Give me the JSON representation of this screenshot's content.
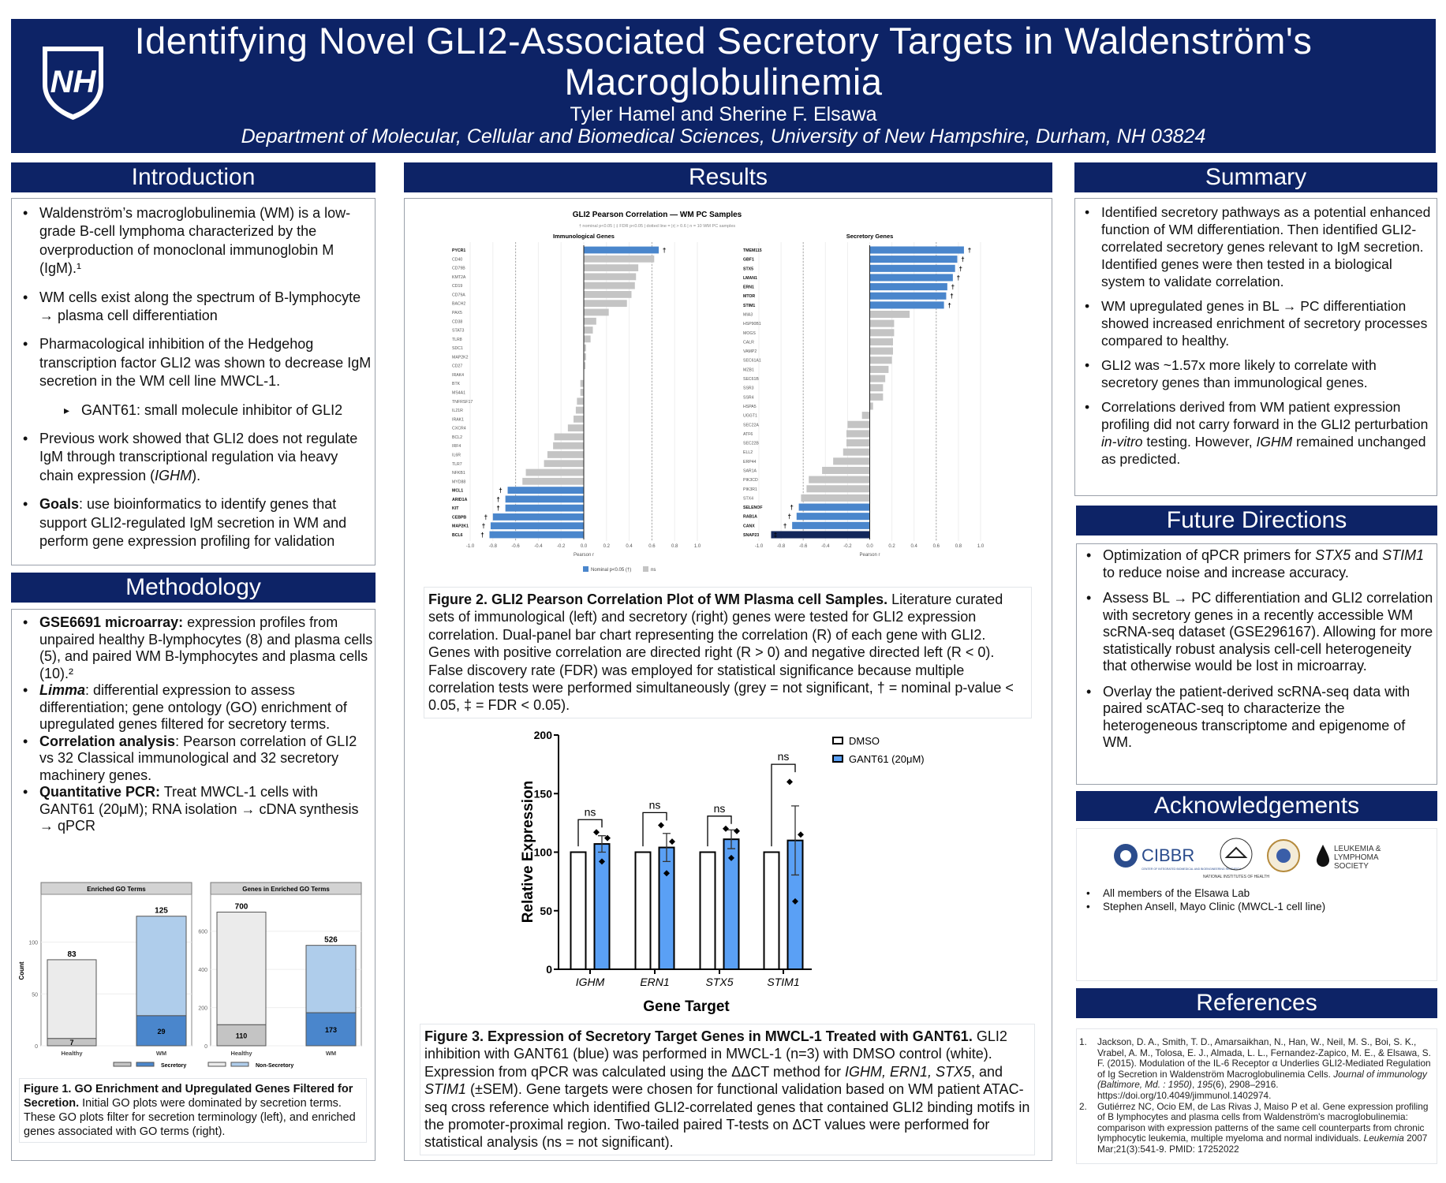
{
  "header": {
    "title": "Identifying Novel GLI2-Associated Secretory Targets in Waldenström's Macroglobulinemia",
    "authors": "Tyler Hamel and Sherine F. Elsawa",
    "department": "Department of Molecular, Cellular and Biomedical Sciences, University of New Hampshire, Durham, NH 03824",
    "logo_text": "NH"
  },
  "colors": {
    "navy": "#0d2366",
    "blue": "#4a86cc",
    "grey": "#c4c4c4",
    "fdr": "#13275a",
    "light_blue": "#afcdeb",
    "bright_blue": "#5aa0f5"
  },
  "introduction": {
    "heading": "Introduction",
    "items": [
      "Waldenström’s macroglobulinemia (WM) is a low-grade B-cell lymphoma characterized by the overproduction of monoclonal immunoglobin M (IgM).¹",
      "WM cells exist along the spectrum of B-lymphocyte → plasma cell differentiation",
      "Pharmacological inhibition of the Hedgehog transcription factor GLI2 was shown to decrease IgM secretion in the WM cell line MWCL-1."
    ],
    "sub_item": "GANT61: small molecule inhibitor of GLI2",
    "previous_a": "Previous work showed that GLI2 does not regulate IgM through transcriptional regulation via heavy chain expression (",
    "previous_gene": "IGHM",
    "previous_b": ").",
    "goals_label": "Goals",
    "goals_text": ": use bioinformatics to identify genes that support GLI2-regulated IgM secretion in WM and perform gene expression profiling for validation"
  },
  "methodology": {
    "heading": "Methodology",
    "items": [
      {
        "bold": "GSE6691 microarray:",
        "text": " expression profiles from unpaired healthy B-lymphocytes (8) and plasma cells (5), and paired WM B-lymphocytes and plasma cells (10).²"
      },
      {
        "bold": "Limma",
        "text": ": differential expression to assess differentiation; gene ontology (GO) enrichment of upregulated genes filtered for secretory terms."
      },
      {
        "bold": "Correlation analysis",
        "text": ": Pearson correlation of GLI2 vs 32 Classical immunological and 32 secretory machinery genes."
      },
      {
        "bold": "Quantitative PCR:",
        "text": " Treat MWCL-1 cells with GANT61 (20μM); RNA isolation → cDNA synthesis → qPCR"
      }
    ],
    "figure1_caption_bold": "Figure 1. GO Enrichment and Upregulated Genes Filtered for Secretion.",
    "figure1_caption": " Initial GO plots were dominated by secretion terms. These GO plots filter for secretion terminology (left), and enriched genes associated with GO terms (right)."
  },
  "results": {
    "heading": "Results",
    "figure2_caption_bold": "Figure 2. GLI2 Pearson Correlation Plot of WM Plasma cell Samples.",
    "figure2_caption": " Literature curated sets of immunological (left) and secretory (right) genes were tested for GLI2 expression correlation. Dual-panel bar chart representing the correlation (R) of each gene with GLI2. Genes with positive correlation are directed right (R > 0) and negative directed left (R < 0). False discovery rate (FDR) was employed for statistical significance because multiple correlation tests were performed simultaneously (grey = not significant, † = nominal p-value < 0.05, ‡ = FDR < 0.05).",
    "figure3_caption_bold": "Figure 3. Expression of Secretory Target Genes in MWCL-1 Treated with GANT61.",
    "figure3_caption_parts": [
      " GLI2 inhibition with GANT61 (blue) was performed in MWCL-1 (n=3) with DMSO control (white). Expression from qPCR was calculated using the ΔΔCT method for ",
      "IGHM, ERN1, STX5",
      ", and ",
      "STIM1",
      " (±SEM). Gene targets were chosen for functional validation based on WM patient ATAC-seq cross reference which identified GLI2-correlated genes that contained GLI2 binding motifs in the promoter-proximal region. Two-tailed paired T-tests on ΔCT values were performed for statistical analysis (ns = not significant)."
    ]
  },
  "summary": {
    "heading": "Summary",
    "items": [
      [
        "Identified secretory pathways as a potential enhanced function of WM differentiation. Then identified GLI2-correlated secretory genes relevant to IgM secretion. Identified genes were then tested in a biological system to validate correlation."
      ],
      [
        "WM upregulated genes in BL → PC differentiation showed increased enrichment of secretory processes compared to healthy."
      ],
      [
        "GLI2 was ~1.57x more likely to correlate with secretory genes than immunological genes."
      ]
    ],
    "last_parts": [
      "Correlations derived from WM patient expression profiling did not carry forward in the GLI2 perturbation ",
      "in-vitro",
      " testing. However, ",
      "IGHM",
      " remained unchanged as predicted."
    ]
  },
  "future": {
    "heading": "Future Directions",
    "item1_parts": [
      "Optimization of qPCR primers for ",
      "STX5",
      " and ",
      "STIM1",
      " to reduce noise and increase accuracy."
    ],
    "item2": "Assess BL → PC differentiation and GLI2 correlation with secretory genes in a recently accessible WM scRNA-seq dataset (GSE296167). Allowing for more statistically robust analysis cell-cell heterogeneity that otherwise would be lost in microarray.",
    "item3": "Overlay the patient-derived scRNA-seq data with paired scATAC-seq to characterize the heterogeneous transcriptome and epigenome of WM."
  },
  "acknowledgements": {
    "heading": "Acknowledgements",
    "logos": {
      "cibbr": "CIBBR",
      "cibbr_sub": "CENTER OF INTEGRATED BIOMEDICAL AND BIOENGINEERING RESEARCH",
      "nih": "NATIONAL INSTITUTES OF HEALTH",
      "lls1": "LEUKEMIA &",
      "lls2": "LYMPHOMA",
      "lls3": "SOCIETY"
    },
    "items": [
      "All members of the Elsawa Lab",
      "Stephen Ansell, Mayo Clinic (MWCL-1 cell line)"
    ]
  },
  "references": {
    "heading": "References",
    "items": [
      {
        "num": "1.",
        "a": " Jackson, D. A., Smith, T. D., Amarsaikhan, N., Han, W., Neil, M. S., Boi, S. K., Vrabel, A. M., Tolosa, E. J., Almada, L. L., Fernandez-Zapico, M. E., & Elsawa, S. F. (2015). Modulation of the IL-6 Receptor α Underlies GLI2-Mediated Regulation of Ig Secretion in Waldenström Macroglobulinemia Cells. ",
        "i": "Journal of immunology (Baltimore, Md. : 1950)",
        "b": ", ",
        "i2": "195",
        "c": "(6), 2908–2916. https://doi.org/10.4049/jimmunol.1402974."
      },
      {
        "num": "2.",
        "a": "Gutiérrez NC, Ocio EM, de Las Rivas J, Maiso P et al. Gene expression profiling of B lymphocytes and plasma cells from Waldenström's macroglobulinemia: comparison with expression patterns of the same cell counterparts from chronic lymphocytic leukemia, multiple myeloma and normal individuals. ",
        "i": "Leukemia",
        "b": " 2007 Mar;21(3):541-9. PMID: 17252022",
        "i2": "",
        "c": ""
      }
    ]
  },
  "chart_data": [
    {
      "type": "bar",
      "id": "fig1",
      "stacked": true,
      "panels": [
        {
          "title": "Enriched GO Terms",
          "categories": [
            "Healthy",
            "WM"
          ],
          "totals": [
            83,
            125
          ],
          "secretory": [
            7,
            29
          ],
          "ylim": [
            0,
            140
          ],
          "ticks": [
            0,
            50,
            100
          ]
        },
        {
          "title": "Genes in Enriched GO Terms",
          "categories": [
            "Healthy",
            "WM"
          ],
          "totals": [
            700,
            526
          ],
          "secretory": [
            110,
            173
          ],
          "ylim": [
            0,
            760
          ],
          "ticks": [
            0,
            200,
            400,
            600
          ]
        }
      ],
      "ylabel": "Count",
      "legend": [
        "Secretory",
        "Non-Secretory"
      ]
    },
    {
      "type": "bar",
      "id": "fig2",
      "orientation": "horizontal",
      "title": "GLI2 Pearson Correlation — WM PC Samples",
      "subtitle": "† nominal p<0.05 | ‡ FDR p<0.05 | dotted line = |r| > 0.6 | n = 10 WM PC samples",
      "xlabel": "Pearson r",
      "xlim": [
        -1.0,
        1.0
      ],
      "ticks": [
        -1.0,
        -0.8,
        -0.6,
        -0.4,
        -0.2,
        0.0,
        0.2,
        0.4,
        0.6,
        0.8,
        1.0
      ],
      "threshold": 0.6,
      "legend": [
        "Nominal p<0.05 (†)",
        "ns"
      ],
      "panels": [
        {
          "title": "Immunological Genes",
          "genes": [
            "PYCR1",
            "CD40",
            "CD79B",
            "KMT2A",
            "CD19",
            "CD79A",
            "BACH2",
            "PAX5",
            "CD38",
            "STAT3",
            "TLR8",
            "SDC1",
            "MAP2K2",
            "CD27",
            "IRAK4",
            "BTK",
            "MS4A1",
            "TNFRSF17",
            "IL21R",
            "IRAK1",
            "CXCR4",
            "BCL2",
            "IRF4",
            "IL6R",
            "TLR7",
            "NFKB1",
            "MYD88",
            "MCL1",
            "ARID1A",
            "KIT",
            "CEBPB",
            "MAP2K1",
            "BCL6"
          ],
          "r": [
            0.66,
            0.62,
            0.48,
            0.46,
            0.45,
            0.42,
            0.38,
            0.22,
            0.11,
            0.08,
            0.06,
            0.02,
            0.02,
            0.015,
            0.0,
            -0.03,
            -0.03,
            -0.06,
            -0.07,
            -0.09,
            -0.14,
            -0.26,
            -0.27,
            -0.32,
            -0.35,
            -0.51,
            -0.54,
            -0.67,
            -0.69,
            -0.69,
            -0.8,
            -0.82,
            -0.83
          ],
          "sig": [
            "†",
            "",
            "",
            "",
            "",
            "",
            "",
            "",
            "",
            "",
            "",
            "",
            "",
            "",
            "",
            "",
            "",
            "",
            "",
            "",
            "",
            "",
            "",
            "",
            "",
            "",
            "",
            "†",
            "†",
            "†",
            "†",
            "†",
            "†"
          ]
        },
        {
          "title": "Secretory Genes",
          "genes": [
            "TMEM115",
            "GBF1",
            "STX5",
            "LMAN1",
            "ERN1",
            "MTOR",
            "STIM1",
            "MIA3",
            "HSP90B1",
            "MOGS",
            "CALR",
            "VAMP2",
            "SEC61A1",
            "MZB1",
            "SEC61B",
            "SSR3",
            "SSR4",
            "HSPA5",
            "UGGT1",
            "SEC22A",
            "ATF6",
            "SEC22B",
            "ELL2",
            "ERP44",
            "SAR1A",
            "PIK3CD",
            "PIK3R1",
            "STX4",
            "SELENOF",
            "RAB1A",
            "CANX",
            "SNAP23"
          ],
          "r": [
            0.85,
            0.79,
            0.77,
            0.75,
            0.7,
            0.69,
            0.67,
            0.36,
            0.22,
            0.22,
            0.21,
            0.21,
            0.2,
            0.17,
            0.14,
            0.12,
            0.12,
            0.03,
            -0.07,
            -0.2,
            -0.21,
            -0.21,
            -0.24,
            -0.33,
            -0.43,
            -0.55,
            -0.57,
            -0.62,
            -0.64,
            -0.66,
            -0.7,
            -0.89
          ],
          "sig": [
            "†",
            "†",
            "†",
            "†",
            "†",
            "†",
            "†",
            "",
            "",
            "",
            "",
            "",
            "",
            "",
            "",
            "",
            "",
            "",
            "",
            "",
            "",
            "",
            "",
            "",
            "",
            "",
            "",
            "",
            "†",
            "†",
            "†",
            "‡"
          ]
        }
      ]
    },
    {
      "type": "bar",
      "id": "fig3",
      "categories": [
        "IGHM",
        "ERN1",
        "STX5",
        "STIM1"
      ],
      "series": [
        {
          "name": "DMSO",
          "values": [
            100,
            100,
            100,
            100
          ]
        },
        {
          "name": "GANT61 (20μM)",
          "values": [
            107,
            104,
            111,
            110
          ],
          "sem": [
            7,
            12,
            8,
            29.5
          ],
          "points": [
            [
              117,
              112,
              92
            ],
            [
              123,
              109,
              82
            ],
            [
              120,
              118,
              95
            ],
            [
              160,
              115,
              58
            ]
          ]
        }
      ],
      "annotations": [
        "ns",
        "ns",
        "ns",
        "ns"
      ],
      "xlabel": "Gene Target",
      "ylabel": "Relative Expression",
      "ylim": [
        0,
        200
      ],
      "ticks": [
        0,
        50,
        100,
        150,
        200
      ]
    }
  ]
}
